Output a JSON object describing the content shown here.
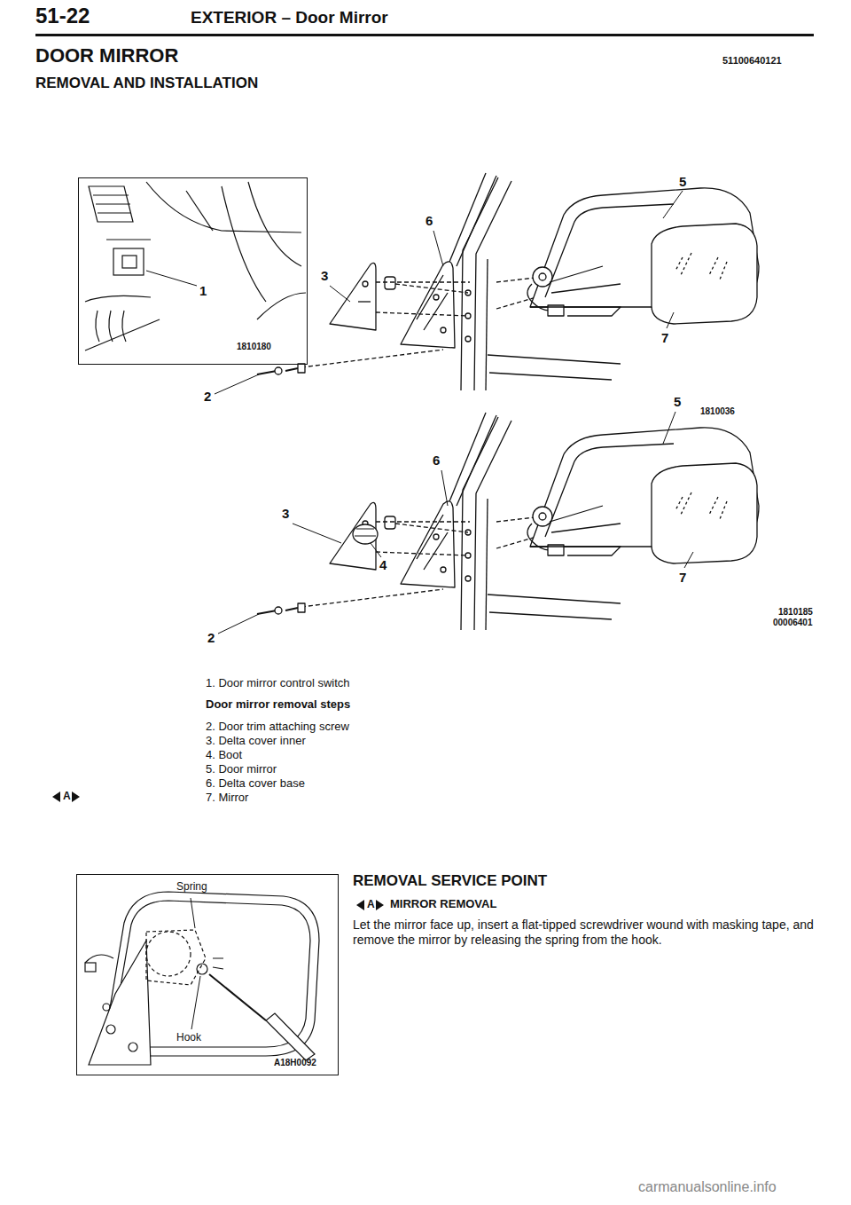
{
  "diagram": {
    "title": "DOOR MIRROR",
    "nodes": [
      {
        "text": [
          "1",
          "1810180"
        ]
      },
      {
        "text": [
          "Spring",
          "Hook",
          "A18H0092"
        ]
      }
    ],
    "labels": [
      "51-22",
      "EXTERIOR – Door Mirror",
      "51100640121",
      "REMOVAL AND INSTALLATION",
      "6",
      "3",
      "2",
      "5",
      "7",
      "5",
      "1810036",
      "6",
      "3",
      "4",
      "7",
      "2",
      "1810185",
      "00006401",
      "1. Door mirror control switch",
      "Door mirror removal steps",
      "2. Door trim attaching screw",
      "3. Delta cover inner",
      "4. Boot",
      "5. Door mirror",
      "6. Delta cover base",
      "7. Mirror",
      "A",
      "REMOVAL SERVICE POINT",
      "A",
      "MIRROR REMOVAL",
      "Let the mirror face up, insert a flat-tipped screwdriver wound with masking tape, and remove the mirror by releasing the spring from the hook.",
      "carmanualsonline.info"
    ]
  }
}
